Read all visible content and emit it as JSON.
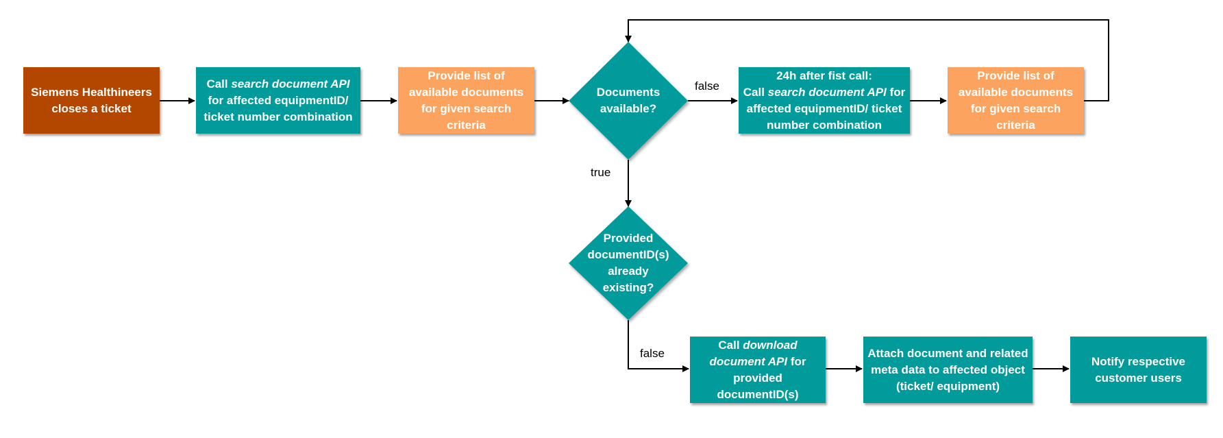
{
  "nodes": {
    "start": {
      "text": "Siemens Healthineers closes a ticket"
    },
    "search1": {
      "prefix": "Call ",
      "em": "search document API",
      "suffix": " for affected equipmentID/ ticket number combination"
    },
    "list1": {
      "text": "Provide list of available documents for given search criteria"
    },
    "decision1": {
      "text": "Documents available?"
    },
    "search2": {
      "line1": "24h after fist call:",
      "prefix": "Call ",
      "em": "search document API",
      "suffix": " for affected equipmentID/ ticket number combination"
    },
    "list2": {
      "text": "Provide list of available documents for given search criteria"
    },
    "decision2": {
      "text": "Provided documentID(s) already existing?"
    },
    "download": {
      "prefix": "Call ",
      "em": "download document API",
      "suffix": " for provided documentID(s)"
    },
    "attach": {
      "text": "Attach document and related meta data to affected object (ticket/ equipment)"
    },
    "notify": {
      "text": "Notify respective customer users"
    }
  },
  "edge_labels": {
    "false1": "false",
    "true1": "true",
    "false2": "false"
  },
  "colors": {
    "start": "#b34700",
    "action": "#009b9a",
    "result": "#fca35f",
    "decision": "#009b9a",
    "arrow": "#000000"
  }
}
